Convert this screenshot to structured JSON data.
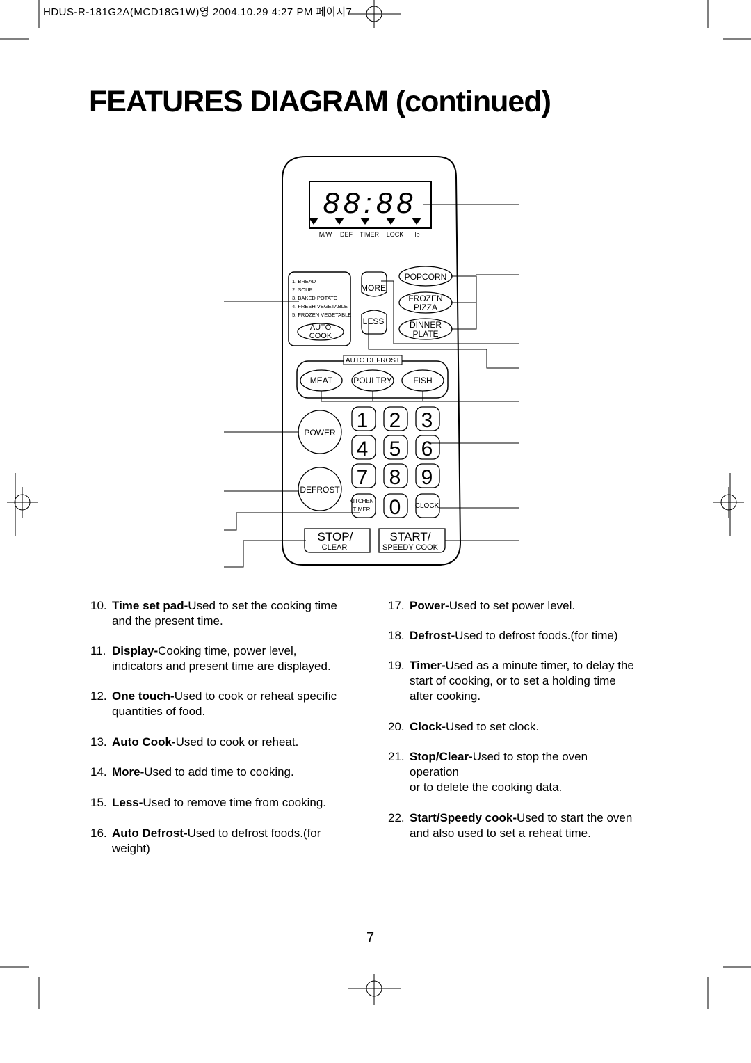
{
  "header": {
    "meta": "HDUS-R-181G2A(MCD18G1W)영  2004.10.29 4:27 PM 페이지7"
  },
  "title": "FEATURES DIAGRAM (continued)",
  "panel": {
    "display_digits": "88:88",
    "indicators": [
      "M/W",
      "DEF",
      "TIMER",
      "LOCK",
      "lb"
    ],
    "auto_cook_menu": [
      "1. BREAD",
      "2. SOUP",
      "3. BAKED POTATO",
      "4. FRESH VEGETABLE",
      "5. FROZEN VEGETABLE"
    ],
    "auto_cook": [
      "AUTO",
      "COOK"
    ],
    "more": "MORE",
    "less": "LESS",
    "popcorn": "POPCORN",
    "frozen_pizza": [
      "FROZEN",
      "PIZZA"
    ],
    "dinner_plate": [
      "DINNER",
      "PLATE"
    ],
    "auto_defrost": "AUTO DEFROST",
    "meat": "MEAT",
    "poultry": "POULTRY",
    "fish": "FISH",
    "power": "POWER",
    "defrost": "DEFROST",
    "digits": [
      "1",
      "2",
      "3",
      "4",
      "5",
      "6",
      "7",
      "8",
      "9",
      "0"
    ],
    "kitchen_timer": [
      "KITCHEN",
      "TIMER"
    ],
    "clock": "CLOCK",
    "stop_clear": [
      "STOP/",
      "CLEAR"
    ],
    "start_speedy": [
      "START/",
      "SPEEDY COOK"
    ]
  },
  "left_items": [
    {
      "num": "10.",
      "term": "Time set pad-",
      "text": "Used to set the cooking time",
      "cont": "and the present time."
    },
    {
      "num": "11.",
      "term": "Display-",
      "text": "Cooking time, power level,",
      "cont": "indicators and present time are displayed."
    },
    {
      "num": "12.",
      "term": "One touch-",
      "text": "Used to cook or reheat specific",
      "cont": "quantities of food."
    },
    {
      "num": "13.",
      "term": "Auto Cook-",
      "text": "Used to cook or reheat.",
      "cont": ""
    },
    {
      "num": "14.",
      "term": "More-",
      "text": "Used to add time to cooking.",
      "cont": ""
    },
    {
      "num": "15.",
      "term": "Less-",
      "text": "Used to remove time from cooking.",
      "cont": ""
    },
    {
      "num": "16.",
      "term": "Auto Defrost-",
      "text": "Used to defrost foods.(for",
      "cont": "weight)"
    }
  ],
  "right_items": [
    {
      "num": "17.",
      "term": "Power-",
      "text": "Used to set power level.",
      "cont": "",
      "cont2": ""
    },
    {
      "num": "18.",
      "term": "Defrost-",
      "text": "Used to defrost foods.(for time)",
      "cont": "",
      "cont2": ""
    },
    {
      "num": "19.",
      "term": "Timer-",
      "text": "Used as a minute timer, to delay the",
      "cont": "start of cooking, or to set a holding time",
      "cont2": "after cooking."
    },
    {
      "num": "20.",
      "term": "Clock-",
      "text": "Used to set clock.",
      "cont": "",
      "cont2": ""
    },
    {
      "num": "21.",
      "term": "Stop/Clear-",
      "text": "Used to stop the oven",
      "cont": "operation",
      "cont2": "or to delete the cooking data."
    },
    {
      "num": "22.",
      "term": "Start/Speedy cook-",
      "text": "Used to start the oven",
      "cont": "and also used to set a reheat time.",
      "cont2": ""
    }
  ],
  "page_number": "7"
}
